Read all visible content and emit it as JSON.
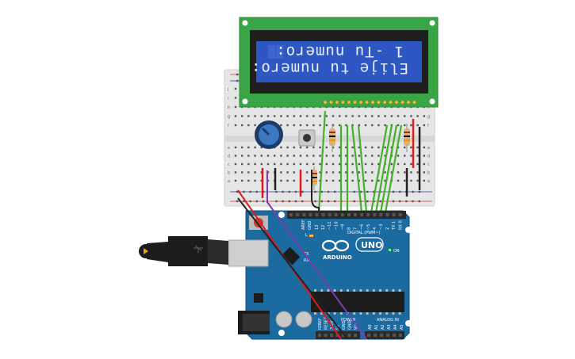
{
  "lcd": {
    "line1": "1 -Tu numero:",
    "line2": "Elije tu numero:"
  },
  "arduino": {
    "brand": "ARDUINO",
    "model": "UNO",
    "digital_label": "DIGITAL (PWM~)",
    "power_label": "POWER",
    "analog_label": "ANALOG IN",
    "on_label": "ON",
    "aref_label": "AREF",
    "gnd_label": "GND",
    "tx_label": "TX",
    "rx_label": "RX",
    "l_label": "L",
    "digital_pins": [
      "13",
      "12",
      "~11",
      "~10",
      "~9",
      "8",
      "7",
      "~6",
      "~5",
      "4",
      "~3",
      "2",
      "TX 1",
      "RX 0"
    ],
    "analog_pins": [
      "A0",
      "A1",
      "A2",
      "A3",
      "A4",
      "A5"
    ],
    "power_pins": [
      "IOREF",
      "RESET",
      "3.3V",
      "5V",
      "GND",
      "GND",
      "Vin"
    ]
  },
  "breadboard": {
    "row_letters_left": [
      "j",
      "i",
      "h",
      "g",
      "f",
      "e",
      "d",
      "c",
      "b",
      "a"
    ]
  },
  "colors": {
    "lcd_pcb": "#3aa547",
    "lcd_screen": "#2f57c4",
    "arduino_board": "#1b6aa0",
    "wire_green": "#44b02c",
    "wire_red": "#d91c1c",
    "wire_black": "#222222",
    "wire_purple": "#7a3db0"
  }
}
